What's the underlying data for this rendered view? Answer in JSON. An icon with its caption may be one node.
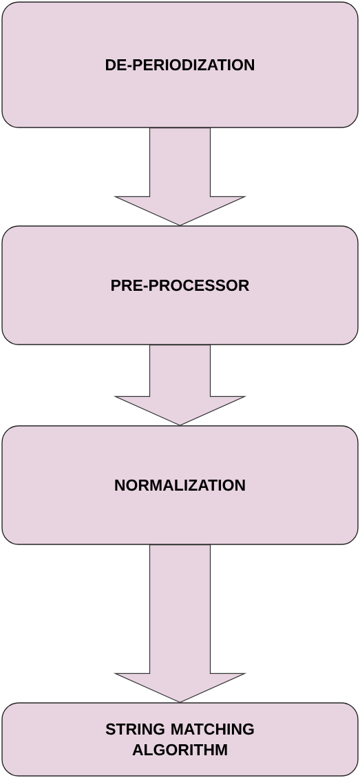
{
  "diagram": {
    "nodes": [
      {
        "text": [
          "DE-PERIODIZATION"
        ]
      },
      {
        "text": [
          "PRE-PROCESSOR"
        ]
      },
      {
        "text": [
          "NORMALIZATION"
        ]
      },
      {
        "text": [
          "STRING MATCHING ALGORITHM"
        ]
      }
    ],
    "edges": [
      {
        "from": 0,
        "to": 1,
        "arrow": "to"
      },
      {
        "from": 1,
        "to": 2,
        "arrow": "to"
      },
      {
        "from": 2,
        "to": 3,
        "arrow": "to"
      }
    ]
  }
}
